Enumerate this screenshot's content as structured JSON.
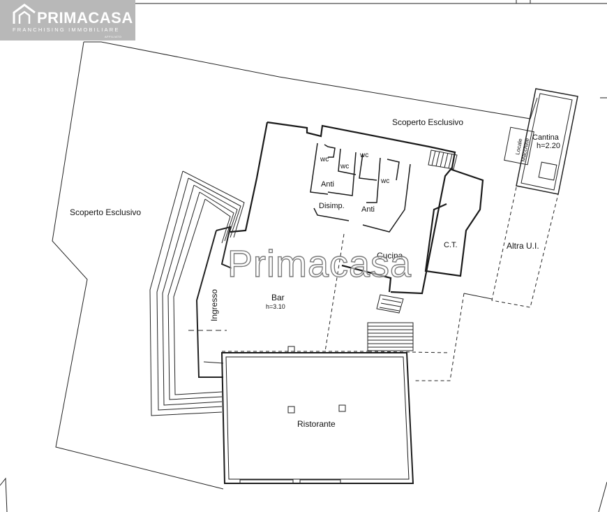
{
  "logo": {
    "brand": "PRIMACASA",
    "subtitle": "FRANCHISING IMMOBILIARE",
    "affiliate": "AFFILIATO",
    "icon": "house-logo-icon"
  },
  "watermark": "Primacasa",
  "rooms": {
    "scoperto_left": "Scoperto Esclusivo",
    "scoperto_top": "Scoperto Esclusivo",
    "wc1": "wc",
    "wc2": "wc",
    "wc3": "wc",
    "wc4": "wc",
    "anti1": "Anti",
    "anti2": "Anti",
    "disimp": "Disimp.",
    "cucina": "Cucina",
    "ct": "C.T.",
    "altra": "Altra U.I.",
    "cantina": "Cantina",
    "cantina_h": "h=2.20",
    "locale": "Locale",
    "macchine": "Macchine",
    "bar": "Bar",
    "bar_h": "h=3.10",
    "ingresso": "Ingresso",
    "ristorante": "Ristorante"
  },
  "colors": {
    "logo_bg": "#b8b8b8",
    "lines": "#111111",
    "watermark_stroke": "#7a7a7a"
  }
}
